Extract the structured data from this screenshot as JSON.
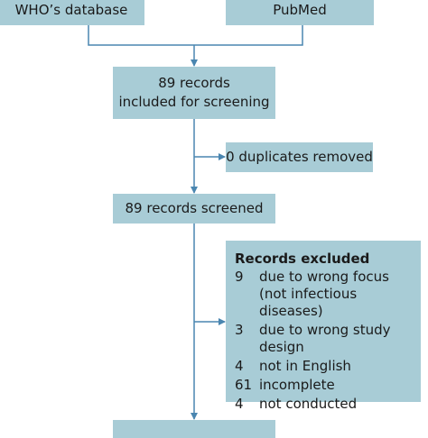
{
  "sources": {
    "who_label": "WHO’s database",
    "pubmed_label": "PubMed"
  },
  "included": {
    "line1": "89 records",
    "line2": "included for screening"
  },
  "duplicates": {
    "label": "0 duplicates removed"
  },
  "screened": {
    "label": "89 records screened"
  },
  "excluded": {
    "title": "Records excluded",
    "items": [
      {
        "count": "9",
        "reason": "due to wrong focus (not infectious diseases)"
      },
      {
        "count": "3",
        "reason": "due to wrong study design"
      },
      {
        "count": "4",
        "reason": "not in English"
      },
      {
        "count": "61",
        "reason": "incomplete"
      },
      {
        "count": "4",
        "reason": "not conducted"
      }
    ]
  },
  "colors": {
    "box_fill": "#a8ccd6",
    "connector": "#4a86b0"
  }
}
